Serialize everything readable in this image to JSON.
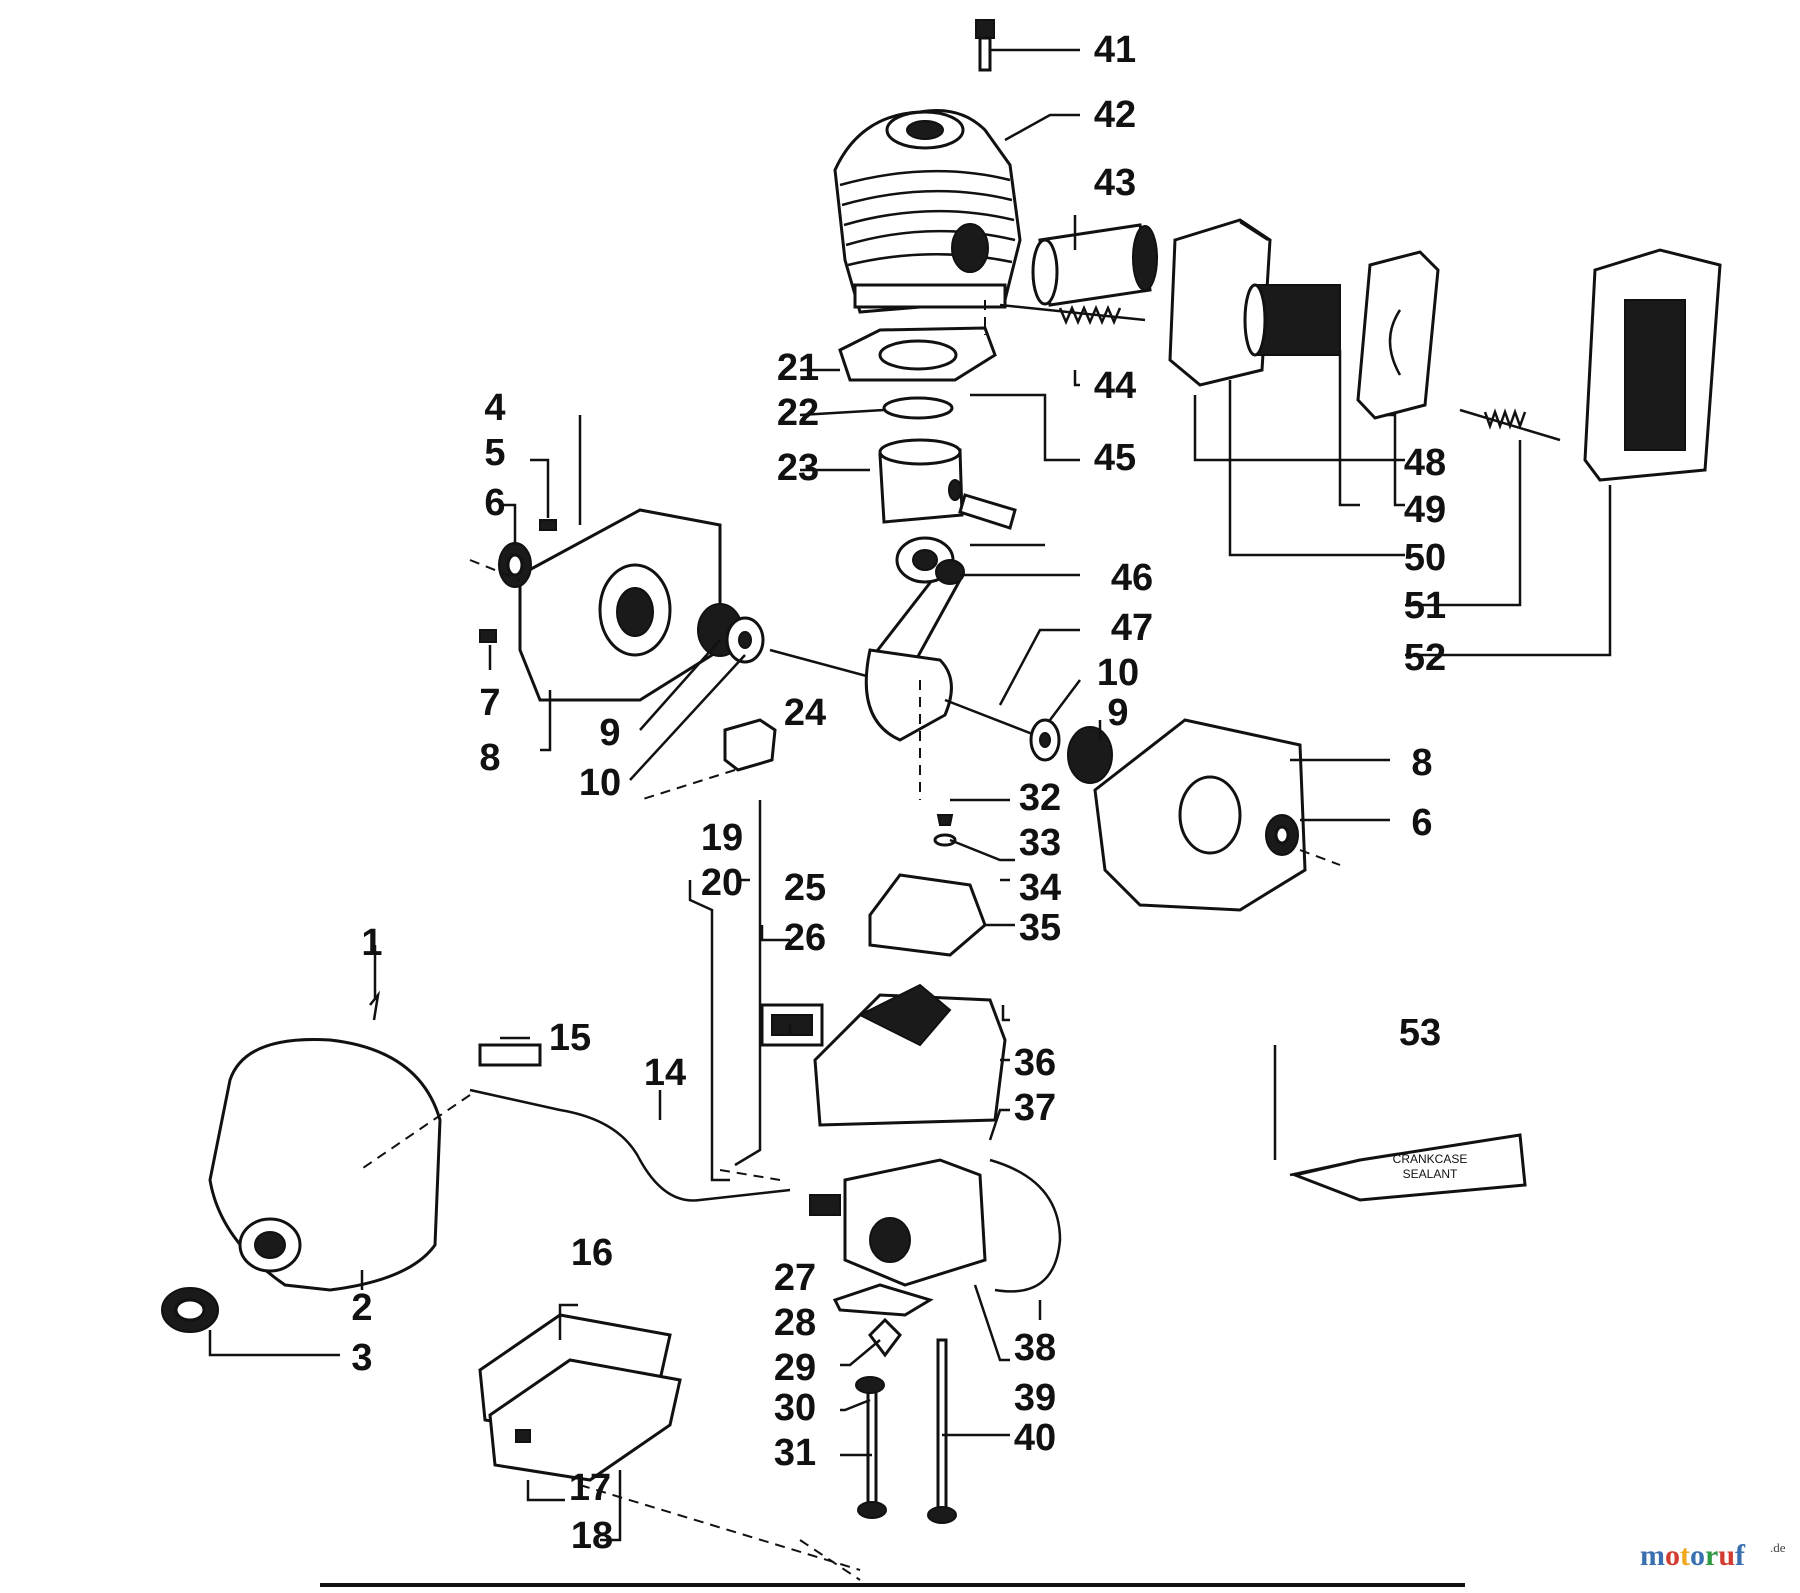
{
  "diagram": {
    "callouts": [
      {
        "id": "c1",
        "text": "1"
      },
      {
        "id": "c2",
        "text": "2"
      },
      {
        "id": "c3",
        "text": "3"
      },
      {
        "id": "c4",
        "text": "4"
      },
      {
        "id": "c5",
        "text": "5"
      },
      {
        "id": "c6",
        "text": "6"
      },
      {
        "id": "c7",
        "text": "7"
      },
      {
        "id": "c8",
        "text": "8"
      },
      {
        "id": "c9",
        "text": "9"
      },
      {
        "id": "c10",
        "text": "10"
      },
      {
        "id": "c6b",
        "text": "6"
      },
      {
        "id": "c8b",
        "text": "8"
      },
      {
        "id": "c9b",
        "text": "9"
      },
      {
        "id": "c10b",
        "text": "10"
      },
      {
        "id": "c14",
        "text": "14"
      },
      {
        "id": "c15",
        "text": "15"
      },
      {
        "id": "c16",
        "text": "16"
      },
      {
        "id": "c17",
        "text": "17"
      },
      {
        "id": "c18",
        "text": "18"
      },
      {
        "id": "c19",
        "text": "19"
      },
      {
        "id": "c20",
        "text": "20"
      },
      {
        "id": "c21",
        "text": "21"
      },
      {
        "id": "c22",
        "text": "22"
      },
      {
        "id": "c23",
        "text": "23"
      },
      {
        "id": "c24",
        "text": "24"
      },
      {
        "id": "c25",
        "text": "25"
      },
      {
        "id": "c26",
        "text": "26"
      },
      {
        "id": "c27",
        "text": "27"
      },
      {
        "id": "c28",
        "text": "28"
      },
      {
        "id": "c29",
        "text": "29"
      },
      {
        "id": "c30",
        "text": "30"
      },
      {
        "id": "c31",
        "text": "31"
      },
      {
        "id": "c32",
        "text": "32"
      },
      {
        "id": "c33",
        "text": "33"
      },
      {
        "id": "c34",
        "text": "34"
      },
      {
        "id": "c35",
        "text": "35"
      },
      {
        "id": "c36",
        "text": "36"
      },
      {
        "id": "c37",
        "text": "37"
      },
      {
        "id": "c38",
        "text": "38"
      },
      {
        "id": "c39",
        "text": "39"
      },
      {
        "id": "c40",
        "text": "40"
      },
      {
        "id": "c41",
        "text": "41"
      },
      {
        "id": "c42",
        "text": "42"
      },
      {
        "id": "c43",
        "text": "43"
      },
      {
        "id": "c44",
        "text": "44"
      },
      {
        "id": "c45",
        "text": "45"
      },
      {
        "id": "c46",
        "text": "46"
      },
      {
        "id": "c47",
        "text": "47"
      },
      {
        "id": "c48",
        "text": "48"
      },
      {
        "id": "c49",
        "text": "49"
      },
      {
        "id": "c50",
        "text": "50"
      },
      {
        "id": "c51",
        "text": "51"
      },
      {
        "id": "c52",
        "text": "52"
      },
      {
        "id": "c53",
        "text": "53"
      }
    ],
    "tube_label": {
      "line1": "CRANKCASE",
      "line2": "SEALANT"
    },
    "watermark": {
      "letters": [
        {
          "ch": "m",
          "color": "#3a6fb0"
        },
        {
          "ch": "o",
          "color": "#d23b2f"
        },
        {
          "ch": "t",
          "color": "#f0a81c"
        },
        {
          "ch": "o",
          "color": "#3a6fb0"
        },
        {
          "ch": "r",
          "color": "#2f9a44"
        },
        {
          "ch": "u",
          "color": "#d23b2f"
        },
        {
          "ch": "f",
          "color": "#3a6fb0"
        }
      ],
      "suffix": ".de"
    }
  }
}
